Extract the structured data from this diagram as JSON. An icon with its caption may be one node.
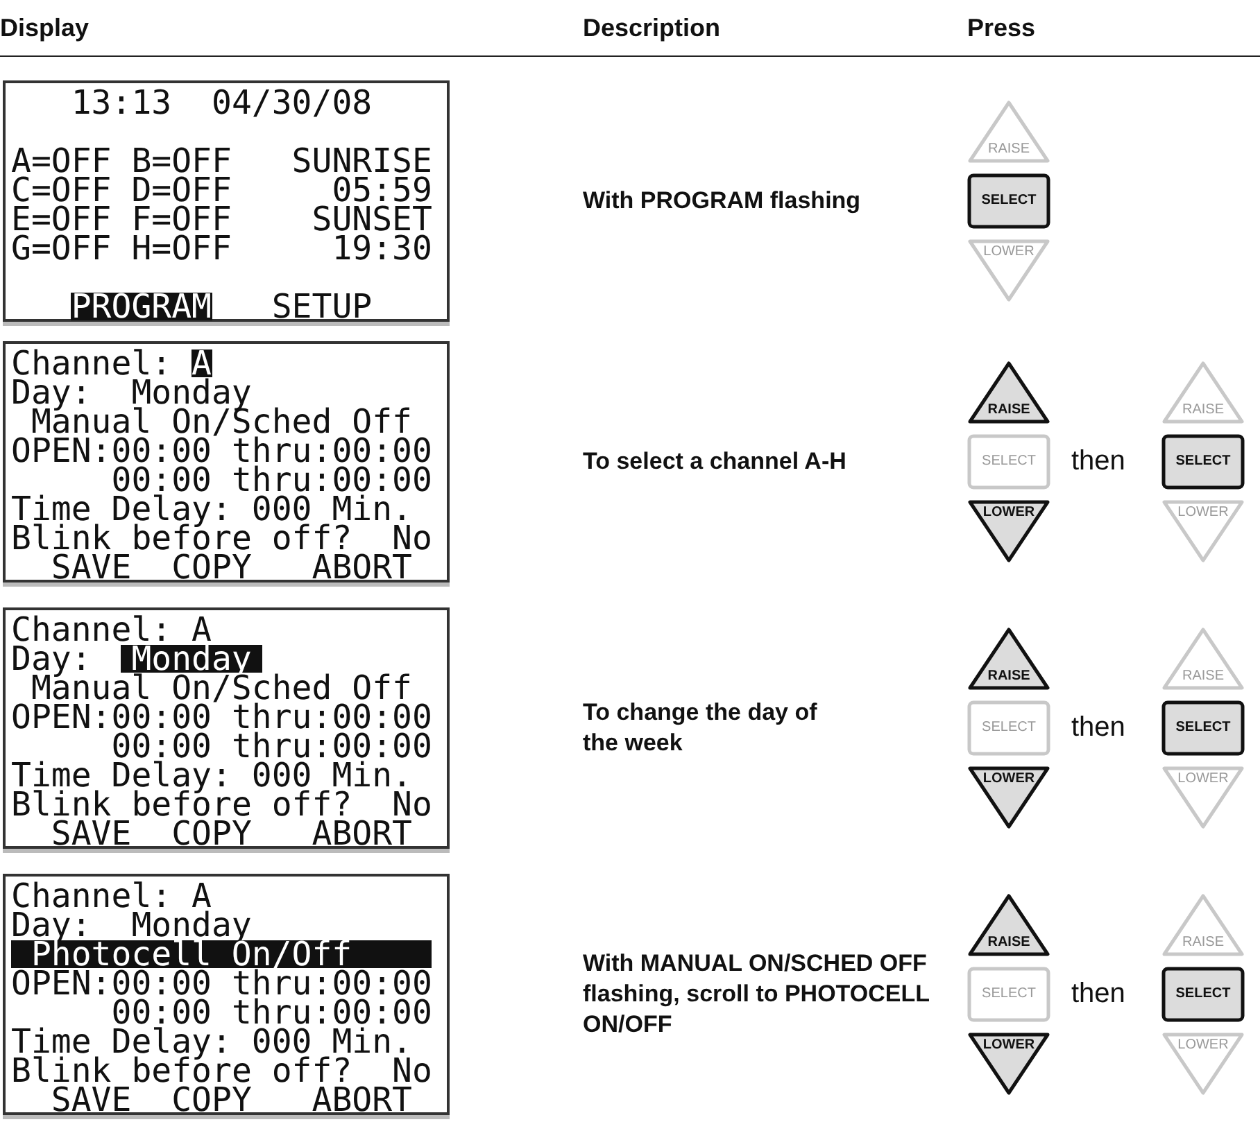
{
  "diagram": {
    "nodes": [
      {
        "text": [
          "13:13",
          "04/30/08",
          "A=OFF",
          "B=OFF",
          "SUNRISE",
          "C=OFF",
          "D=OFF",
          "05:59",
          "E=OFF",
          "F=OFF",
          "SUNSET",
          "G=OFF",
          "H=OFF",
          "19:30",
          "PROGRAM",
          "SETUP"
        ]
      },
      {
        "text": [
          "RAISE"
        ]
      },
      {
        "text": [
          "SELECT"
        ]
      },
      {
        "text": [
          "LOWER"
        ]
      },
      {
        "text": [
          "Channel:",
          "A",
          "Day:",
          "Monday",
          "Manual On/Sched Off",
          "OPEN:00:00 thru:00:00",
          "00:00 thru:00:00",
          "Time Delay: 000 Min.",
          "Blink before off?",
          "No",
          "SAVE",
          "COPY",
          "ABORT"
        ]
      },
      {
        "text": [
          "RAISE"
        ]
      },
      {
        "text": [
          "SELECT"
        ]
      },
      {
        "text": [
          "LOWER"
        ]
      },
      {
        "text": [
          "RAISE"
        ]
      },
      {
        "text": [
          "SELECT"
        ]
      },
      {
        "text": [
          "LOWER"
        ]
      },
      {
        "text": [
          "Channel:",
          "A",
          "Day:",
          "Monday",
          "Manual On/Sched Off",
          "OPEN:00:00 thru:00:00",
          "00:00 thru:00:00",
          "Time Delay: 000 Min.",
          "Blink before off?",
          "No",
          "SAVE",
          "COPY",
          "ABORT"
        ]
      },
      {
        "text": [
          "RAISE"
        ]
      },
      {
        "text": [
          "SELECT"
        ]
      },
      {
        "text": [
          "LOWER"
        ]
      },
      {
        "text": [
          "RAISE"
        ]
      },
      {
        "text": [
          "SELECT"
        ]
      },
      {
        "text": [
          "LOWER"
        ]
      },
      {
        "text": [
          "Channel:",
          "A",
          "Day:",
          "Monday",
          "Photocell On/Off",
          "OPEN:00:00 thru:00:00",
          "00:00 thru:00:00",
          "Time Delay: 000 Min.",
          "Blink before off?",
          "No",
          "SAVE",
          "COPY",
          "ABORT"
        ]
      },
      {
        "text": [
          "RAISE"
        ]
      },
      {
        "text": [
          "SELECT"
        ]
      },
      {
        "text": [
          "LOWER"
        ]
      },
      {
        "text": [
          "RAISE"
        ]
      },
      {
        "text": [
          "SELECT"
        ]
      },
      {
        "text": [
          "LOWER"
        ]
      }
    ],
    "labels": [
      "Display",
      "Description",
      "Press",
      "With PROGRAM flashing",
      "To select a channel A-H",
      "then",
      "To change the day of the week",
      "then",
      "With MANUAL ON/SCHED OFF flashing, scroll to PHOTOCELL ON/OFF",
      "then"
    ]
  }
}
